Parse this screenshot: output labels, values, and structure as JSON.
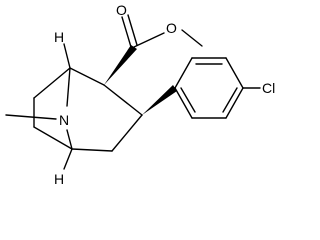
{
  "atoms": {
    "carbonyl_o": "O",
    "ester_o": "O",
    "nitrogen": "N",
    "chlorine": "Cl",
    "h_top": "H",
    "h_bottom": "H"
  }
}
